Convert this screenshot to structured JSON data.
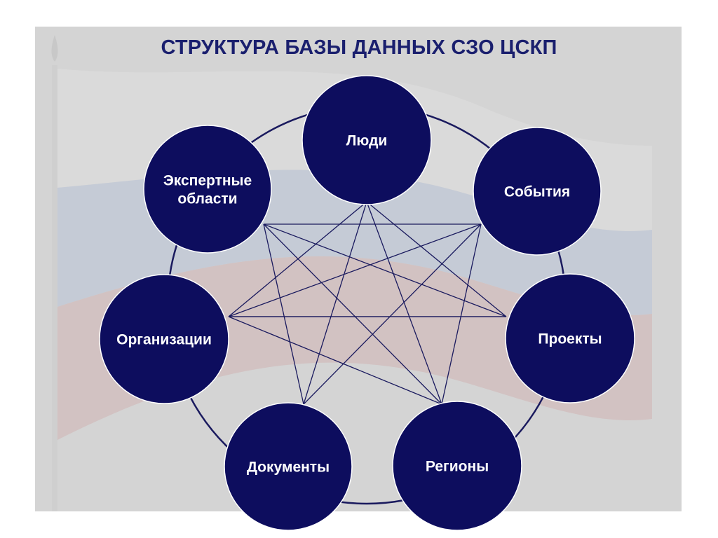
{
  "title": "СТРУКТУРА БАЗЫ ДАННЫХ СЗО ЦСКП",
  "colors": {
    "node_fill": "#0d0d5e",
    "node_stroke": "#ffffff",
    "edge": "#1a1a5e",
    "title": "#1a1f6e"
  },
  "nodes": [
    {
      "id": "people",
      "lines": [
        "Люди"
      ]
    },
    {
      "id": "events",
      "lines": [
        "События"
      ]
    },
    {
      "id": "projects",
      "lines": [
        "Проекты"
      ]
    },
    {
      "id": "regions",
      "lines": [
        "Регионы"
      ]
    },
    {
      "id": "documents",
      "lines": [
        "Документы"
      ]
    },
    {
      "id": "organizations",
      "lines": [
        "Организации"
      ]
    },
    {
      "id": "expert-areas",
      "lines": [
        "Экспертные",
        "области"
      ]
    }
  ],
  "edges": [
    [
      "people",
      "regions"
    ],
    [
      "people",
      "documents"
    ],
    [
      "events",
      "organizations"
    ],
    [
      "events",
      "documents"
    ],
    [
      "projects",
      "expert-areas"
    ],
    [
      "projects",
      "organizations"
    ],
    [
      "regions",
      "expert-areas"
    ],
    [
      "documents",
      "expert-areas"
    ],
    [
      "organizations",
      "projects"
    ],
    [
      "people",
      "organizations"
    ],
    [
      "people",
      "projects"
    ],
    [
      "events",
      "regions"
    ],
    [
      "events",
      "expert-areas"
    ],
    [
      "regions",
      "organizations"
    ]
  ]
}
